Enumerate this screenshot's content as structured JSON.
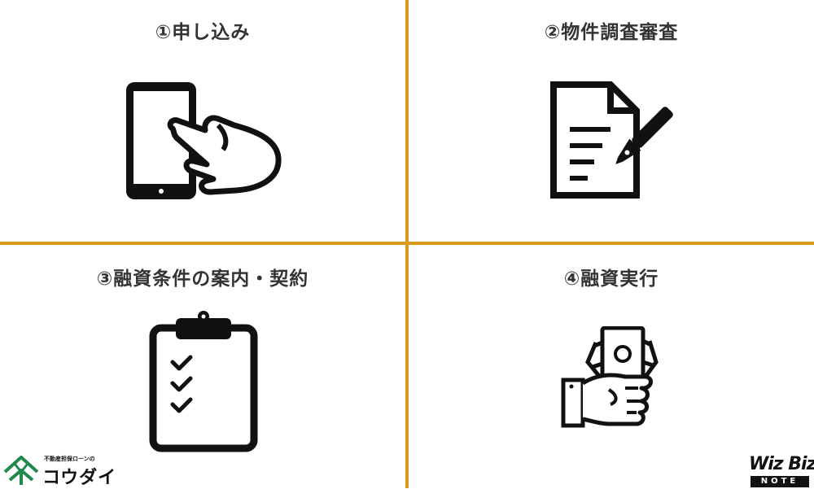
{
  "steps": [
    {
      "title": "①申し込み",
      "icon": "smartphone-tap-icon"
    },
    {
      "title": "②物件調査審査",
      "icon": "document-pen-icon"
    },
    {
      "title": "③融資条件の案内・契約",
      "icon": "clipboard-checklist-icon"
    },
    {
      "title": "④融資実行",
      "icon": "hand-money-icon"
    }
  ],
  "logos": {
    "left_sub": "不動産担保ローンの",
    "left_main": "コウダイ",
    "right_main": "Wiz Biz",
    "right_sub": "NOTE"
  },
  "colors": {
    "divider": "#d99a1c",
    "text": "#333333",
    "icon": "#111111"
  }
}
